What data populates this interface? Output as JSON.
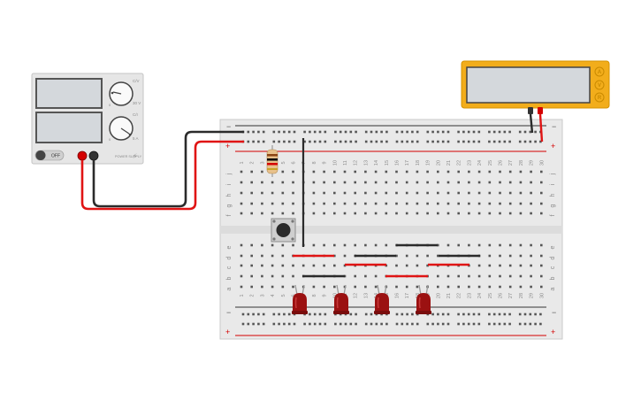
{
  "power_supply": {
    "off_label": "OFF",
    "voltage_knob_label": "C/V",
    "current_knob_label": "C/I",
    "voltage_max": "30 V",
    "current_max": "5 A",
    "knob_zero": "0",
    "brand": "POWER SUPPLY",
    "colors": {
      "body": "#e6e6e6",
      "screen": "#d4d8dc",
      "red_terminal": "#d40000",
      "black_terminal": "#333333"
    }
  },
  "multimeter": {
    "mode_buttons": [
      "A",
      "V",
      "R"
    ],
    "colors": {
      "body": "#f2ad1b",
      "screen": "#d4d8dc"
    }
  },
  "breadboard": {
    "column_numbers": [
      "1",
      "2",
      "3",
      "4",
      "5",
      "6",
      "7",
      "8",
      "9",
      "10",
      "11",
      "12",
      "13",
      "14",
      "15",
      "16",
      "17",
      "18",
      "19",
      "20",
      "21",
      "22",
      "23",
      "24",
      "25",
      "26",
      "27",
      "28",
      "29",
      "30"
    ],
    "top_row_letters": [
      "j",
      "i",
      "h",
      "g",
      "f"
    ],
    "bottom_row_letters": [
      "e",
      "d",
      "c",
      "b",
      "a"
    ],
    "rail_minus": "−",
    "rail_plus": "+",
    "colors": {
      "body": "#e9e9e9",
      "hole": "#555555",
      "plus_rail": "#d40000",
      "minus_rail": "#333333"
    }
  },
  "components": {
    "resistor": "resistor",
    "push_button": "pushbutton",
    "leds": [
      "led-1",
      "led-2",
      "led-3",
      "led-4"
    ],
    "led_color": "#9b1111",
    "wire_red": "#e01414",
    "wire_black": "#2b2b2b"
  }
}
